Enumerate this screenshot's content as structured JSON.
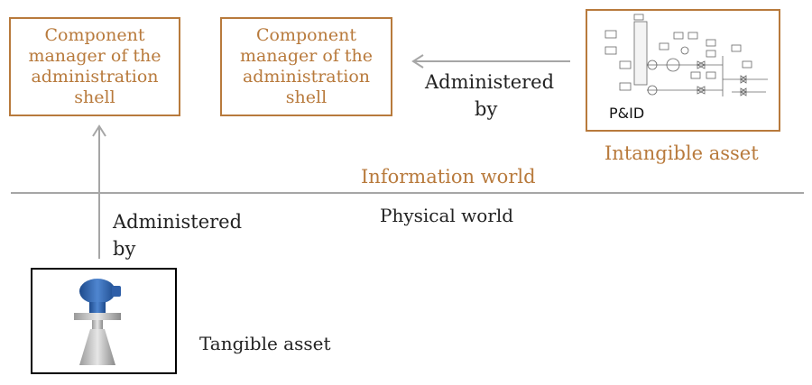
{
  "component_manager_left": {
    "lines": [
      "Component",
      "manager of the",
      "administration",
      "shell"
    ]
  },
  "component_manager_right": {
    "lines": [
      "Component",
      "manager of the",
      "administration",
      "shell"
    ]
  },
  "arrow_horizontal_label": {
    "line1": "Administered",
    "line2": "by"
  },
  "arrow_vertical_label": {
    "line1": "Administered",
    "line2": "by"
  },
  "intangible_asset": {
    "label": "Intangible asset",
    "pid_label": "P&ID"
  },
  "tangible_asset": {
    "label": "Tangible asset"
  },
  "worlds": {
    "information": "Information world",
    "physical": "Physical world"
  },
  "colors": {
    "accent": "#b87a3c",
    "divider": "#a6a6a6",
    "arrow": "#a6a6a6",
    "device_blue": "#2f5fa8"
  },
  "icons": {
    "device": "radar-level-transmitter-icon",
    "diagram": "pid-diagram-icon"
  }
}
